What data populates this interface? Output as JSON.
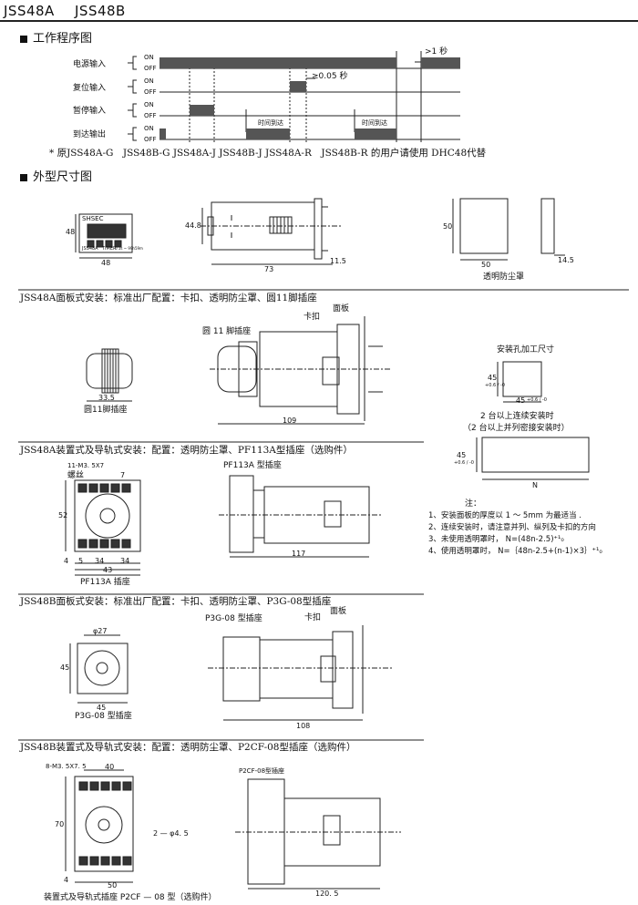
{
  "header": {
    "model_a": "JSS48A",
    "model_b": "JSS48B"
  },
  "sections": {
    "timing": "工作程序图",
    "dimensions": "外型尺寸图"
  },
  "timing": {
    "signals": [
      "电源输入",
      "复位输入",
      "暂停输入",
      "到达输出"
    ],
    "on": "ON",
    "off": "OFF",
    "annot_1s": ">1 秒",
    "annot_005s": "≥0.05 秒",
    "time_reached_1": "时间到达",
    "time_reached_2": "时间到达"
  },
  "replacement_note": "* 原JSS48A-G　JSS48B-G JSS48A-J JSS48B-J JSS48A-R　JSS48B-R 的用户请使用 DHC48代替",
  "panel_a": {
    "front_h": "48",
    "front_w": "48",
    "front_model": "JSS48A",
    "front_brand": "SHSEC",
    "front_timer": "TIMER",
    "front_spec": "0.1s ~ 99h59m",
    "side_h": "44.8",
    "side_len": "73",
    "side_tab": "11.5",
    "cover_h": "50",
    "cover_w": "50",
    "cover_d": "14.5",
    "cover_caption": "透明防尘罩"
  },
  "jss48a_panel": {
    "title": "JSS48A面板式安装：标准出厂配置：卡扣、透明防尘罩、圆11脚插座",
    "socket_label": "圆 11 脚插座",
    "clip": "卡扣",
    "panel": "面板",
    "socket_w": "33.5",
    "socket_caption": "圆11脚插座",
    "length": "109"
  },
  "cutout": {
    "title": "安装孔加工尺寸",
    "h": "45",
    "h_tol": "+0.6 / -0",
    "w": "45",
    "w_tol": "+0.6 / -0",
    "multi_1": "2 台以上连续安装时",
    "multi_2": "（2 台以上并列密接安装时）",
    "n": "N",
    "notes_title": "注：",
    "notes": [
      "1、安装面板的厚度以 1 ～ 5mm 为最适当 .",
      "2、连续安装时，请注意并列、纵列及卡扣的方向",
      "3、未使用透明罩时， N=(48n-2.5)⁺¹₀",
      "4、使用透明罩时， N=｛48n-2.5+(n-1)×3｝⁺¹₀"
    ]
  },
  "jss48a_rail": {
    "title": "JSS48A装置式及导轨式安装：配置：透明防尘罩、PF113A型插座（选购件）",
    "screw": "11-M3. 5X7",
    "screw_cn": "螺丝",
    "d52": "52",
    "d7": "7",
    "d4": "4",
    "d5": "5",
    "d34a": "34",
    "d34b": "34",
    "d43": "43",
    "caption": "PF113A 插座",
    "side_label": "PF113A 型插座",
    "length": "117"
  },
  "jss48b_panel": {
    "title": "JSS48B面板式安装：标准出厂配置：卡扣、透明防尘罩、P3G-08型插座",
    "dia": "φ27",
    "h": "45",
    "w": "45",
    "caption": "P3G-08 型插座",
    "socket_label": "P3G-08 型插座",
    "clip": "卡扣",
    "panel": "面板",
    "length": "108"
  },
  "jss48b_rail": {
    "title": "JSS48B装置式及导轨式安装：配置：透明防尘罩、P2CF-08型插座（选购件）",
    "screw": "8-M3. 5X7. 5",
    "w40": "40",
    "h70": "70",
    "hole": "2 — φ4. 5",
    "d4": "4",
    "w50": "50",
    "caption": "装置式及导轨式插座 P2CF — 08 型（选购件）",
    "side_label": "P2CF-08型插座",
    "length": "120. 5"
  }
}
